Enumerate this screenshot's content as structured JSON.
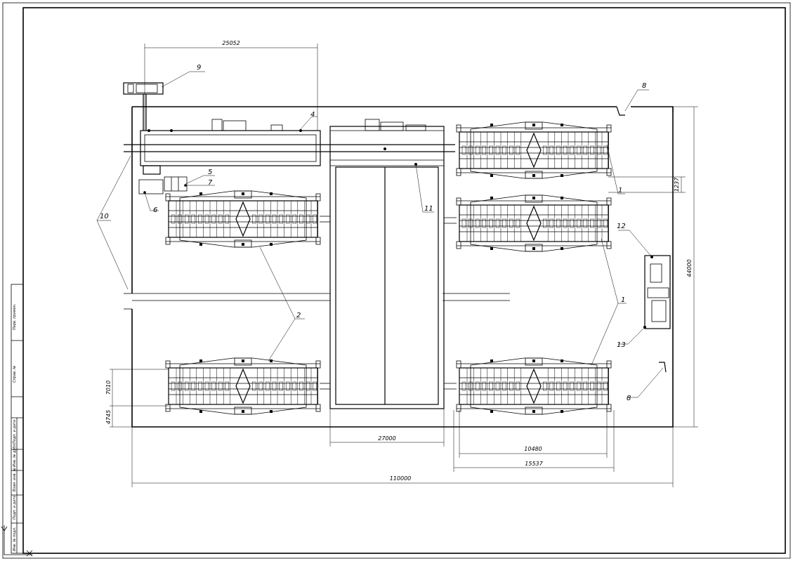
{
  "dimensions": {
    "top_span": "25052",
    "aisle_width": "27000",
    "unit_width": "10480",
    "unit_span": "15537",
    "overall_width": "110000",
    "overall_height": "44000",
    "right_small": "1237",
    "left_a": "7010",
    "left_b": "4745"
  },
  "callouts": {
    "c1a": "1",
    "c1b": "1",
    "c2": "2",
    "c4": "4",
    "c5": "5",
    "c6": "6",
    "c7": "7",
    "c8a": "8",
    "c8b": "8",
    "c9": "9",
    "c10": "10",
    "c11": "11",
    "c12": "12",
    "c13": "13"
  },
  "title_block": {
    "s1": "Перв. примен.",
    "s2": "Справ. №",
    "s3": "Подп. и дата",
    "s4": "Инв. № дубл.",
    "s5": "Взам. инв. №",
    "s6": "Подп. и дата",
    "s7": "Инв. № подл."
  }
}
